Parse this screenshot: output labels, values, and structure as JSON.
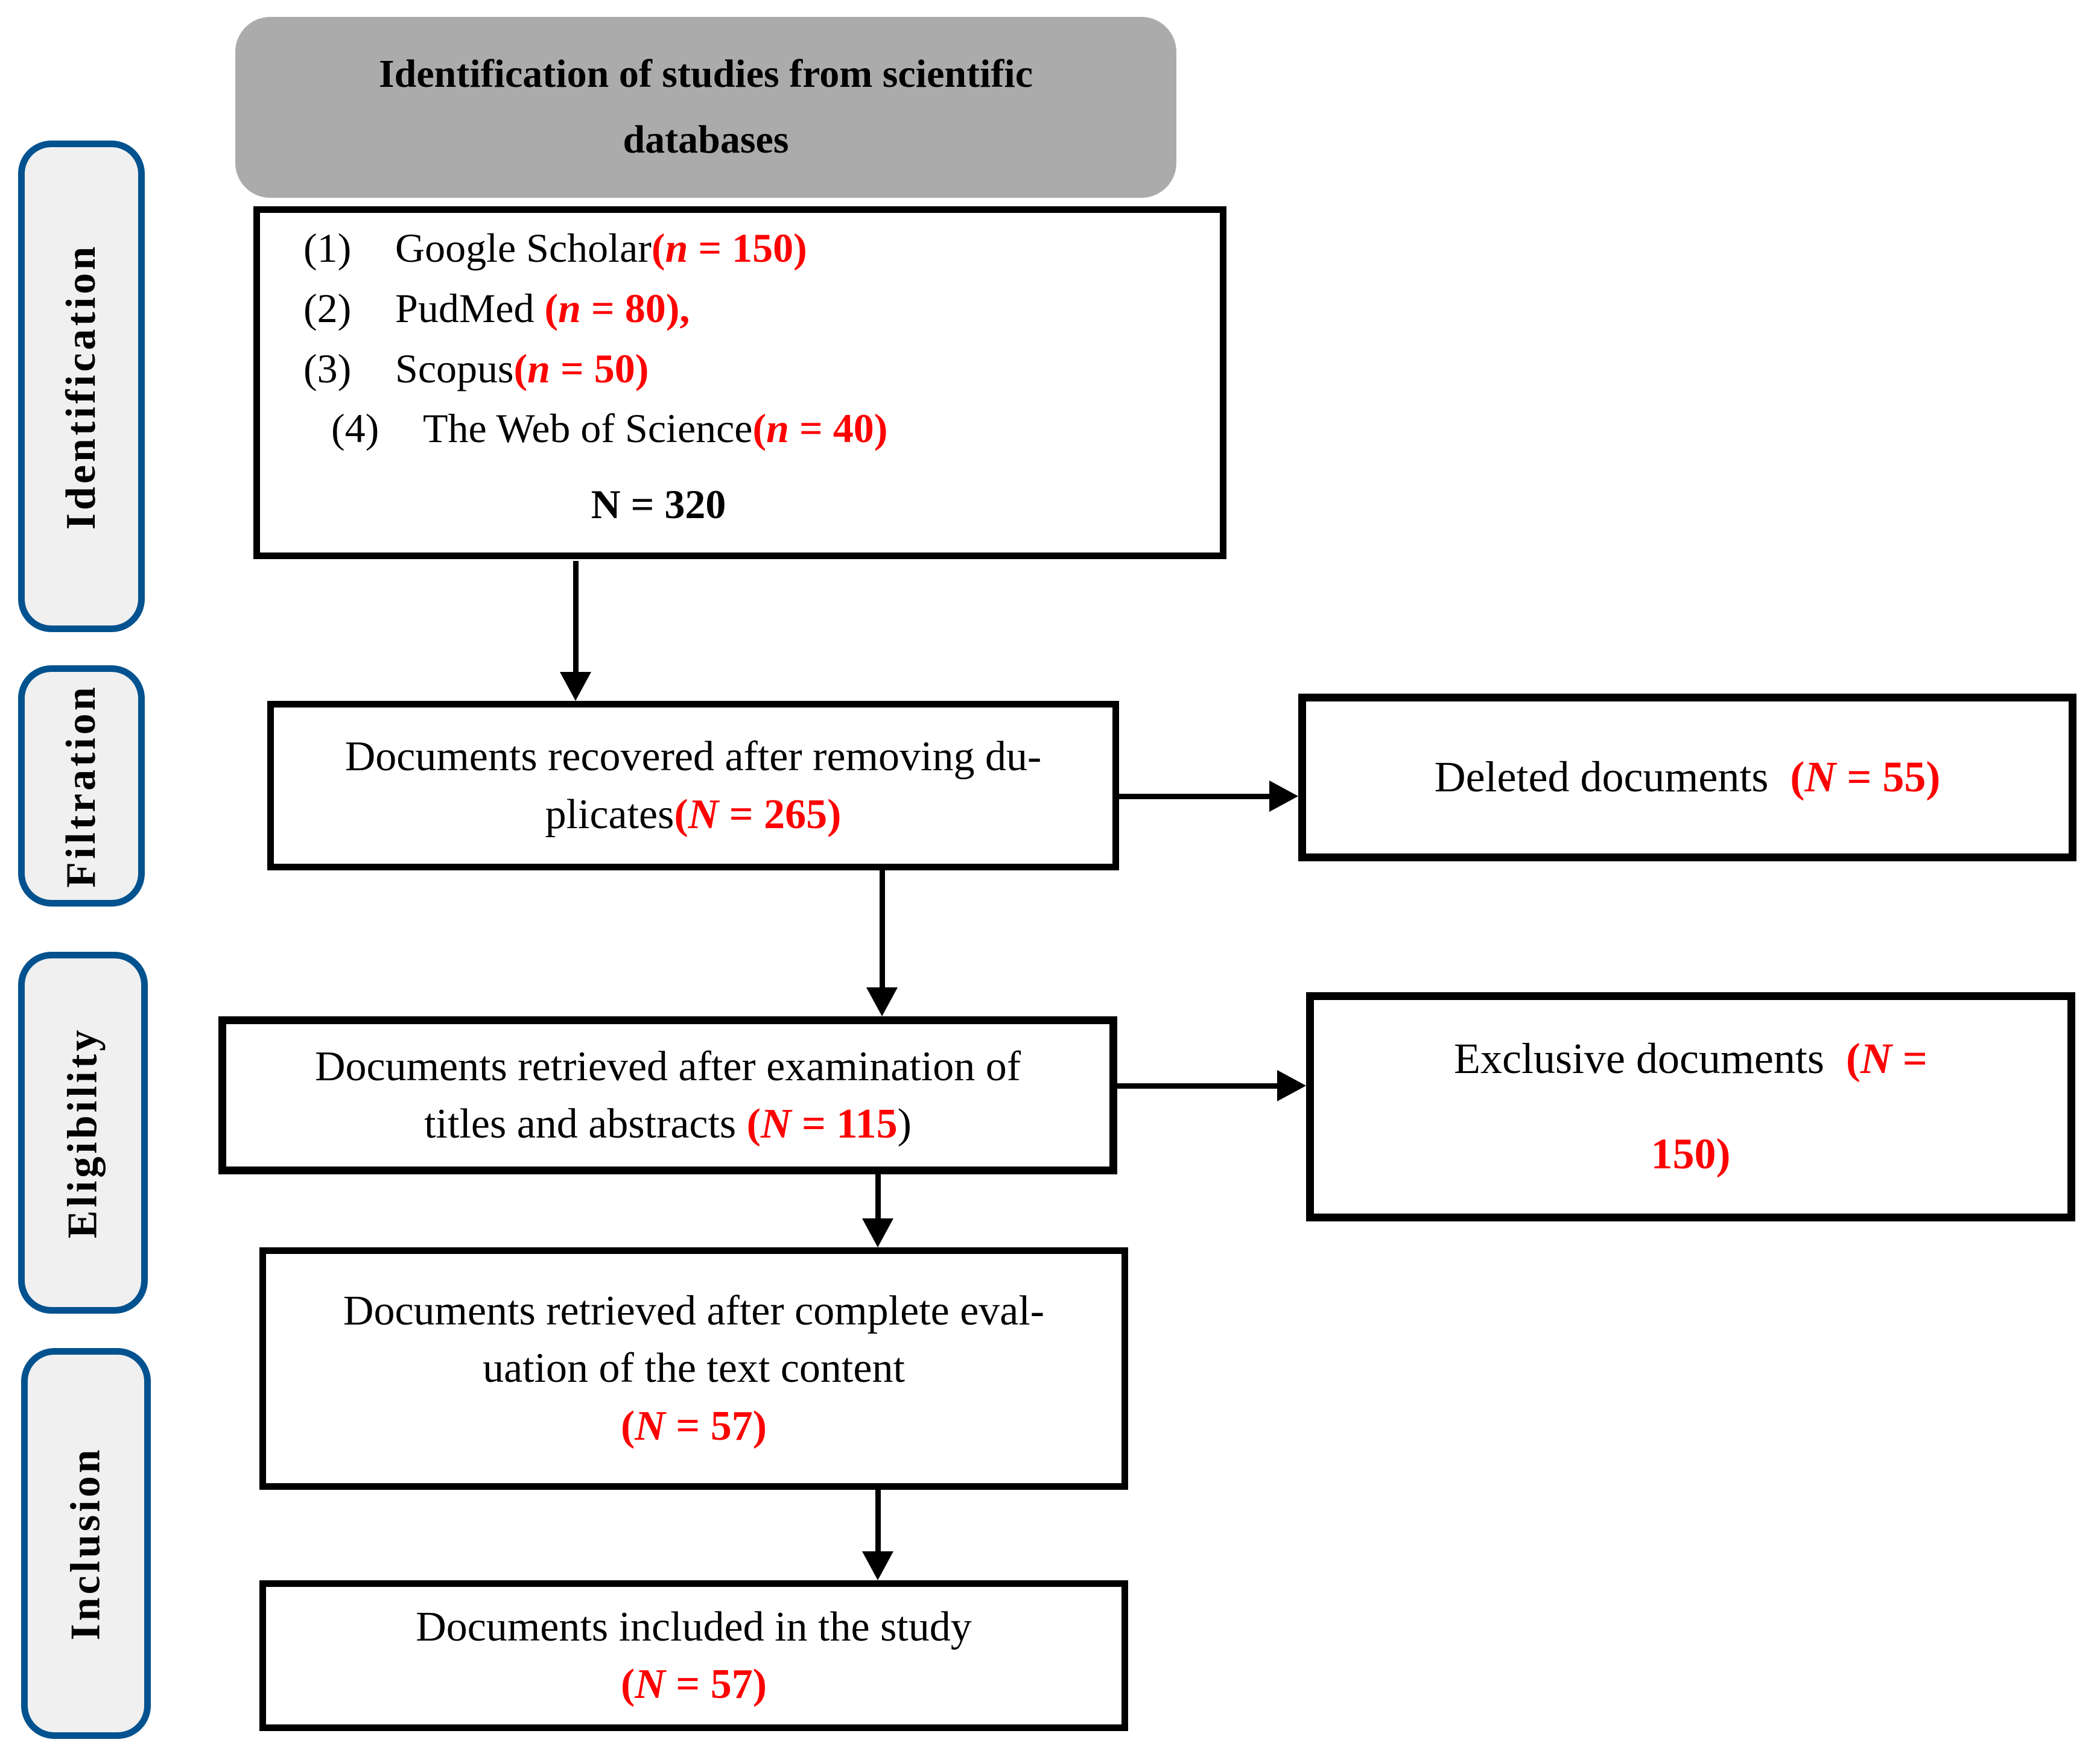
{
  "title_box": {
    "line1": "Identification of studies from scientific",
    "line2": "databases"
  },
  "sidebar": {
    "items": [
      {
        "label": "Identification"
      },
      {
        "label": "Filtration"
      },
      {
        "label": "Eligibility"
      },
      {
        "label": "Inclusion"
      }
    ]
  },
  "databases_box": {
    "items": [
      {
        "num": "(1)",
        "name": "Google Scholar",
        "count": {
          "open": "(",
          "var": "n",
          "rest": " = 150)"
        }
      },
      {
        "num": "(2)",
        "name": "PudMed ",
        "count": {
          "open": "(",
          "var": "n",
          "rest": " = 80),"
        }
      },
      {
        "num": "(3)",
        "name": "Scopus",
        "count": {
          "open": "(",
          "var": "n",
          "rest": " = 50)"
        }
      },
      {
        "num": "(4)",
        "name": "The Web of Science",
        "count": {
          "open": "(",
          "var": "n",
          "rest": " = 40)"
        }
      }
    ],
    "total": "N = 320"
  },
  "duplicates_box": {
    "line1": "Documents recovered after removing du-",
    "line2_black": "plicates",
    "count": {
      "open": "(",
      "var": "N",
      "rest": " = 265)"
    }
  },
  "deleted_box": {
    "black": "Deleted documents  ",
    "count": {
      "open": "(",
      "var": "N",
      "rest": " = 55)"
    }
  },
  "titles_box": {
    "line1": "Documents retrieved after examination of",
    "line2_black": "titles and abstracts ",
    "count": {
      "open": "(",
      "var": "N",
      "rest": " = 115"
    },
    "close_paren": ")"
  },
  "exclusive_box": {
    "black": "Exclusive documents  ",
    "count_line1": {
      "open": "(",
      "var": "N",
      "rest": " ="
    },
    "count_line2": "150)"
  },
  "fulltext_box": {
    "line1": "Documents retrieved after complete eval-",
    "line2": "uation of the text content",
    "count": {
      "open": "(",
      "var": "N",
      "rest": " = 57)"
    }
  },
  "included_box": {
    "line1": "Documents included in the study",
    "count": {
      "open": "(",
      "var": "N",
      "rest": " = 57)"
    }
  },
  "colors": {
    "red": "#FE0000",
    "sidebar_border": "#02528F",
    "sidebar_fill": "#F0F0F0",
    "header_fill": "#ABABAB",
    "box_border": "#000000"
  }
}
